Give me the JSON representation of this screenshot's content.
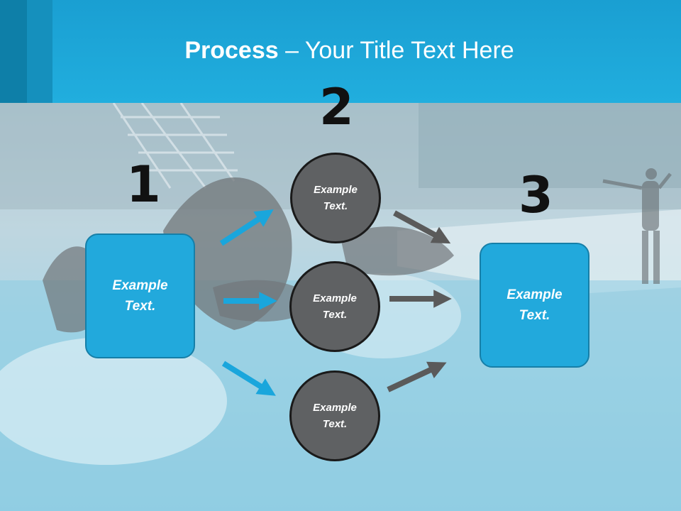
{
  "slide": {
    "title_bold": "Process",
    "title_rest": " – Your Title Text Here"
  },
  "steps": {
    "one": "1",
    "two": "2",
    "three": "3"
  },
  "boxes": {
    "left": "Example\nText.",
    "right": "Example\nText."
  },
  "circles": {
    "top": "Example\nText.",
    "middle": "Example\nText.",
    "bottom": "Example\nText."
  },
  "colors": {
    "accent_blue": "#22a9dc",
    "header_blue": "#1a9fd2",
    "circle_gray": "#5f6163",
    "arrow_blue": "#1aa6dc",
    "arrow_gray": "#5a5a5a"
  }
}
